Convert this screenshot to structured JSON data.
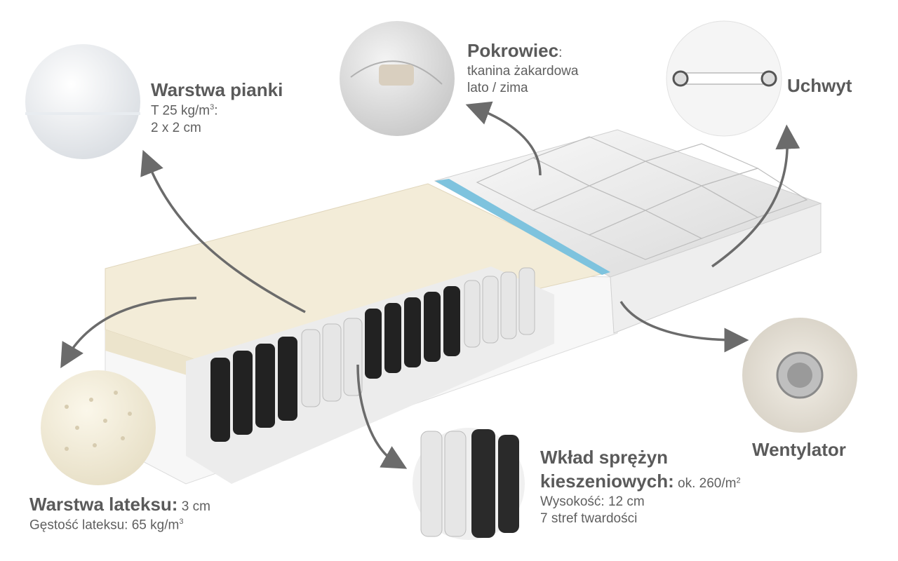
{
  "labels": {
    "foam": {
      "title": "Warstwa pianki",
      "line1": "T 25 kg/m",
      "line1_sup": "3",
      "line1_tail": ":",
      "line2": "2 x 2 cm"
    },
    "cover": {
      "title": "Pokrowiec",
      "title_tail": ":",
      "line1": "tkanina żakardowa",
      "line2": "lato / zima"
    },
    "handle": {
      "title": "Uchwyt"
    },
    "vent": {
      "title": "Wentylator"
    },
    "latex": {
      "title": "Warstwa lateksu:",
      "title_value": " 3 cm",
      "line1": "Gęstość lateksu: 65 kg/m",
      "line1_sup": "3"
    },
    "springs": {
      "title1": "Wkład sprężyn",
      "title2": "kieszeniowych:",
      "title2_value": " ok. 260/m",
      "title2_sup": "2",
      "line1": "Wysokość: 12 cm",
      "line2": "7 stref twardości"
    }
  },
  "colors": {
    "text": "#5a5a5a",
    "arrow": "#6b6b6b",
    "latex": "#f3ecd8",
    "spring_black": "#222222",
    "spring_white": "#e6e6e6",
    "gel": "#7ec3de"
  }
}
